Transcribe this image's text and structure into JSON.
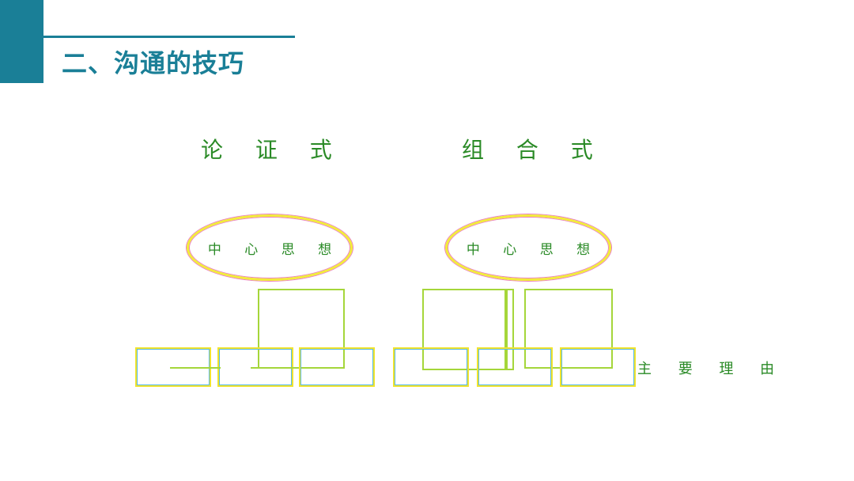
{
  "slide": {
    "title": "二、沟通的技巧"
  },
  "diagrams": [
    {
      "heading": "论 证 式",
      "center_label": "中 心 思 想"
    },
    {
      "heading": "组 合 式",
      "center_label": "中 心 思 想"
    }
  ],
  "side_label": "主 要 理 由",
  "colors": {
    "accent": "#1a7f97",
    "text_green": "#2a8a26",
    "outline_green": "#a5d63a",
    "outline_yellow": "#f0e32e",
    "ellipse_pink": "#e97fbe"
  }
}
